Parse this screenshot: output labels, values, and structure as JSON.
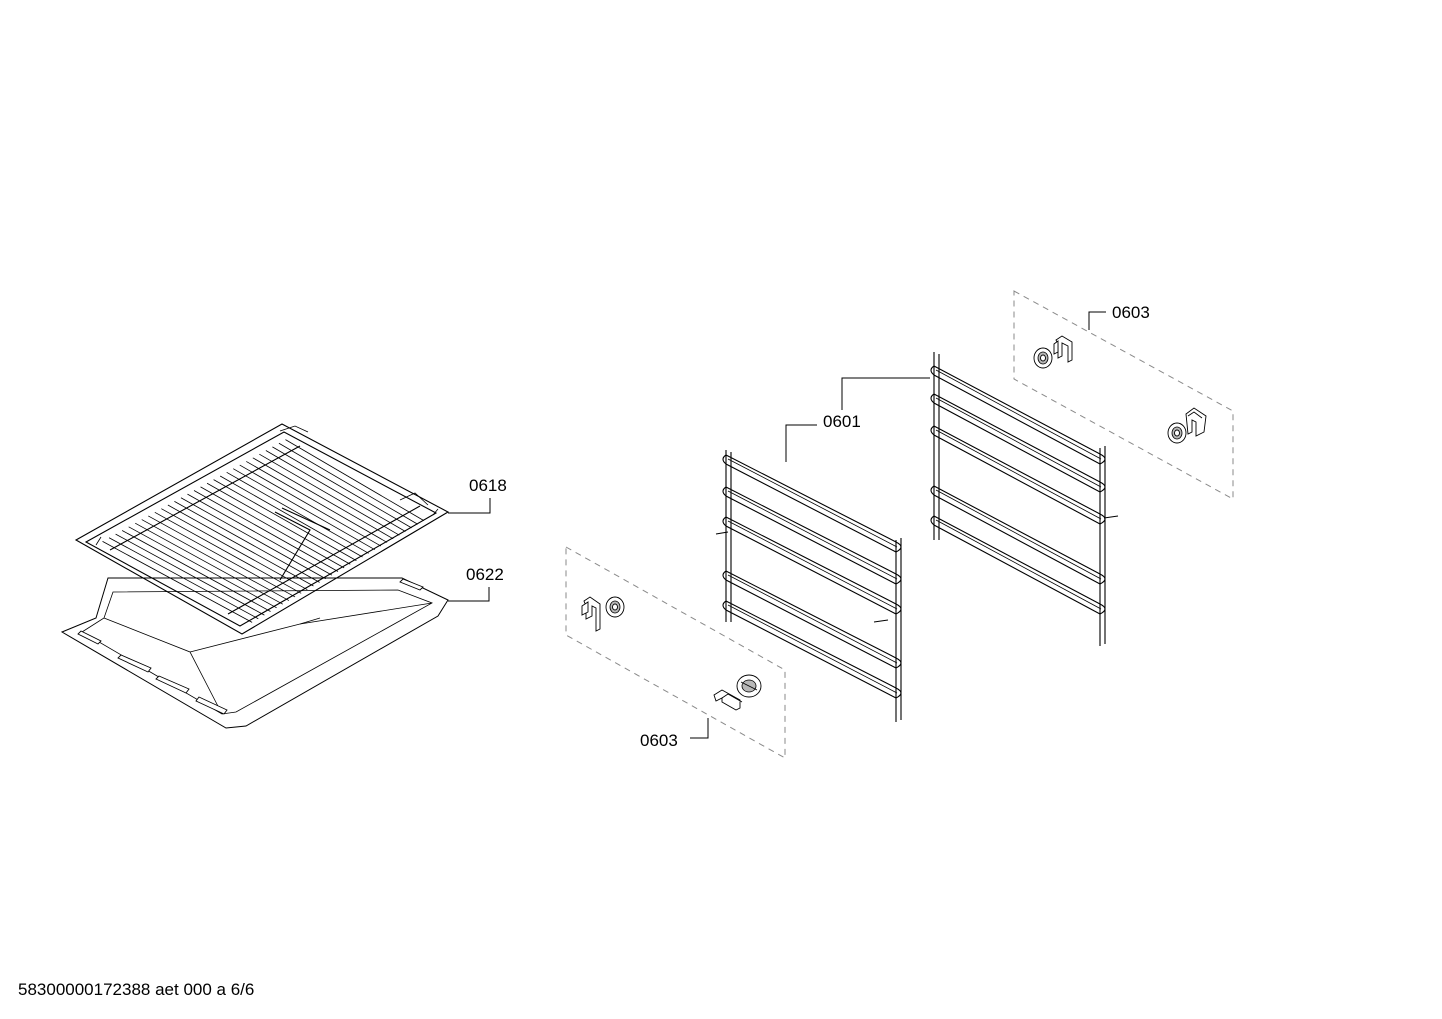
{
  "diagram": {
    "labels": {
      "grid_rack": "0618",
      "baking_tray": "0622",
      "left_rail": "0601",
      "clips_bottom": "0603",
      "clips_top": "0603"
    }
  },
  "footer": {
    "document_id": "58300000172388 aet 000 a 6/6"
  }
}
